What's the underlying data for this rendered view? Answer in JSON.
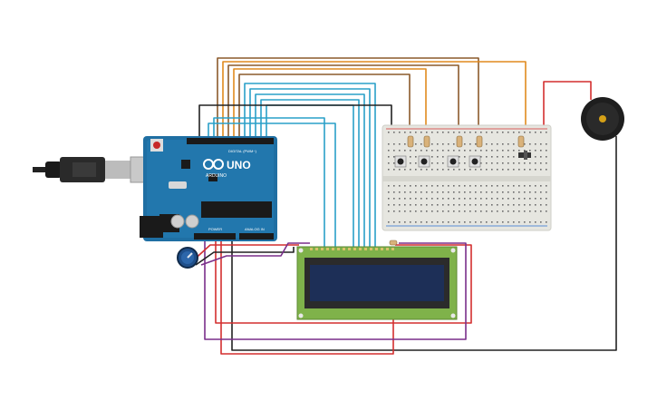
{
  "arduino": {
    "logo": "UNO",
    "brand": "ARDUINO",
    "digital_label": "DIGITAL (PWM~)",
    "power_label": "POWER",
    "analog_label": "ANALOG IN"
  },
  "colors": {
    "board": "#1f6fa3",
    "board_dark": "#17587f",
    "lcd_pcb": "#7fb24a",
    "lcd_screen": "#1d2f57",
    "breadboard": "#e6e6e0",
    "wire_black": "#222222",
    "wire_red": "#d32f2f",
    "wire_brown": "#8b5a2b",
    "wire_orange": "#e08a1e",
    "wire_blue": "#2aa0c8",
    "wire_purple": "#7a2f8a",
    "wire_green": "#2e9e3e",
    "buzzer": "#222222"
  },
  "components": [
    "usb-cable-icon",
    "arduino-uno-board",
    "potentiometer-icon",
    "breadboard",
    "push-button-icon",
    "resistor-icon",
    "lcd-16x2-display",
    "piezo-buzzer-icon"
  ]
}
